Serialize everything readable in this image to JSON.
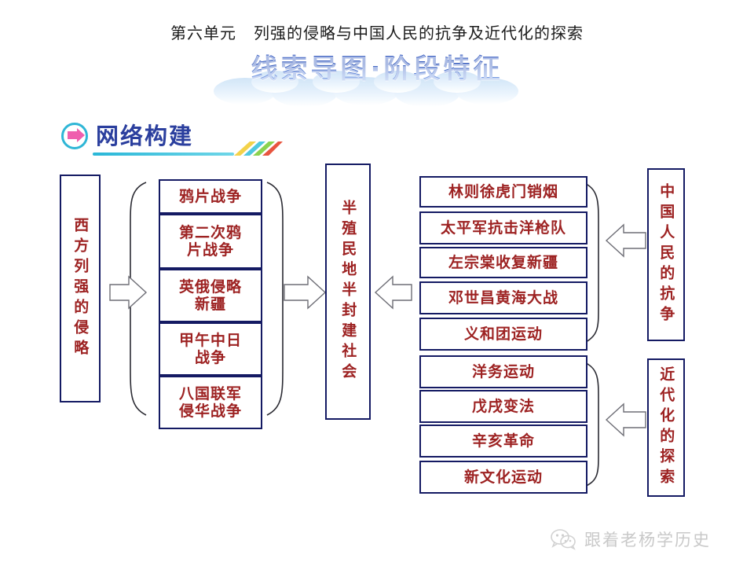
{
  "header": {
    "unit_title": "第六单元   列强的侵略与中国人民的抗争及近代化的探索",
    "subtitle": "线索导图·阶段特征",
    "subtitle_color": "#2c55bb"
  },
  "section": {
    "label": "网络构建",
    "arrow_icon": "right-arrow-icon",
    "ring_icon": "circle-ring-icon",
    "accent_color": "#29b7d8",
    "label_color": "#2b3f9e"
  },
  "diagram": {
    "border_color": "#141a63",
    "text_color": "#9d2222",
    "left_cause": {
      "label": "西方列强的侵略"
    },
    "wars": [
      {
        "label": "鸦片战争"
      },
      {
        "label": "第二次鸦\n片战争"
      },
      {
        "label": "英俄侵略\n新疆"
      },
      {
        "label": "甲午中日\n战争"
      },
      {
        "label": "八国联军\n侵华战争"
      }
    ],
    "center_result": {
      "label": "半殖民地半封建社会"
    },
    "resistance": {
      "group_label": "中国人民的抗争",
      "items": [
        {
          "label": "林则徐虎门销烟"
        },
        {
          "label": "太平军抗击洋枪队"
        },
        {
          "label": "左宗棠收复新疆"
        },
        {
          "label": "邓世昌黄海大战"
        },
        {
          "label": "义和团运动"
        }
      ]
    },
    "modernization": {
      "group_label": "近代化的探索",
      "items": [
        {
          "label": "洋务运动"
        },
        {
          "label": "戊戌变法"
        },
        {
          "label": "辛亥革命"
        },
        {
          "label": "新文化运动"
        }
      ]
    }
  },
  "footer": {
    "watermark_text": "跟着老杨学历史",
    "watermark_icon": "wechat-icon"
  }
}
